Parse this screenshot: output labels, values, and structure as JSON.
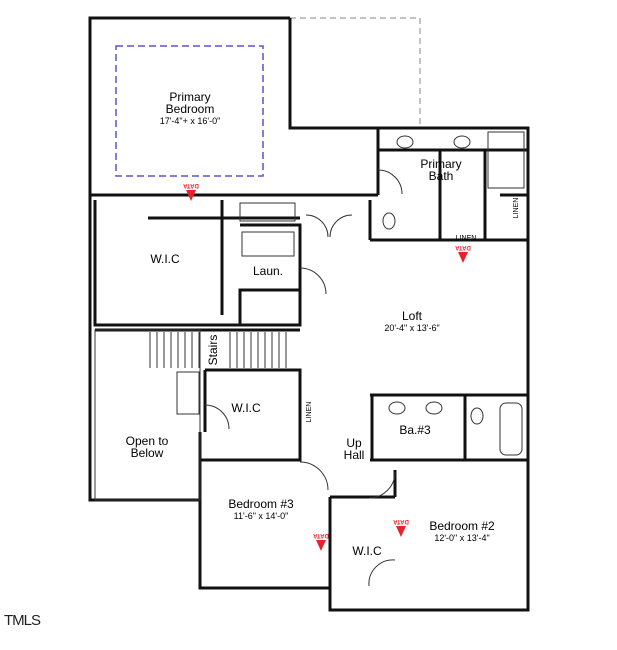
{
  "rooms": {
    "primary_bedroom": {
      "name_line1": "Primary",
      "name_line2": "Bedroom",
      "dims": "17'-4\"+ x 16'-0\""
    },
    "primary_bath": {
      "name_line1": "Primary",
      "name_line2": "Bath"
    },
    "wic_primary": {
      "name": "W.I.C"
    },
    "laundry": {
      "name": "Laun."
    },
    "loft": {
      "name": "Loft",
      "dims": "20'-4\" x 13'-6\""
    },
    "stairs": {
      "name": "Stairs"
    },
    "wic_bed3": {
      "name": "W.I.C"
    },
    "open_to_below": {
      "name_line1": "Open to",
      "name_line2": "Below"
    },
    "up_hall": {
      "name_line1": "Up",
      "name_line2": "Hall"
    },
    "bath3": {
      "name": "Ba.#3"
    },
    "bedroom3": {
      "name": "Bedroom #3",
      "dims": "11'-6\" x 14'-0\""
    },
    "bedroom2": {
      "name": "Bedroom #2",
      "dims": "12'-0\" x 13'-4\""
    },
    "wic_bed2": {
      "name": "W.I.C"
    }
  },
  "linen_labels": [
    "LINEN",
    "LINEN",
    "LINEN"
  ],
  "data_marker_label": "DATA",
  "marker_color": "#e8212b",
  "ceiling_outline_color": "#5b55c8",
  "brand": "TMLS"
}
